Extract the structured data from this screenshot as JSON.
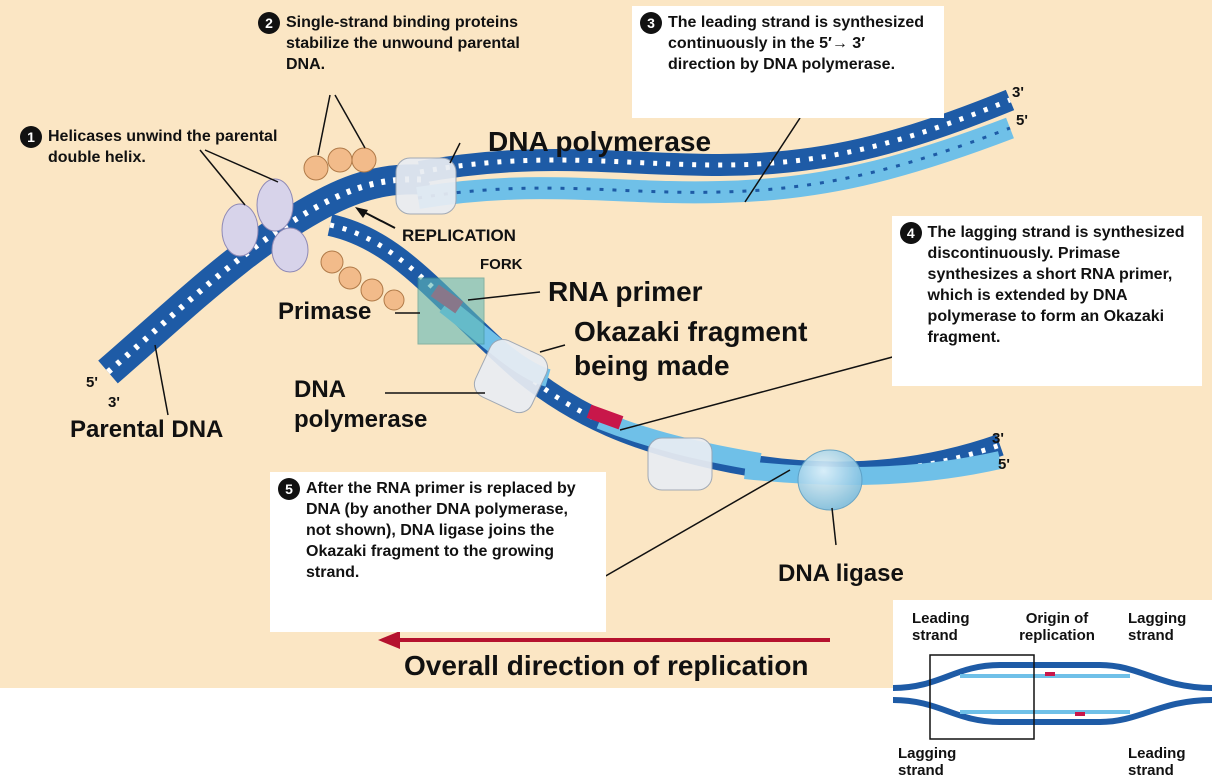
{
  "figure": {
    "steps": [
      {
        "num": "1",
        "text": "Helicases unwind the parental double helix."
      },
      {
        "num": "2",
        "text": "Single-strand binding proteins stabilize the unwound parental DNA."
      },
      {
        "num": "3",
        "text": "The leading strand is synthesized continuously in the 5′→ 3′ direction by DNA polymerase."
      },
      {
        "num": "4",
        "text": "The lagging strand is synthesized discontinuously. Primase synthesizes a short RNA primer, which is extended by DNA polymerase to form an Okazaki fragment."
      },
      {
        "num": "5",
        "text": "After the RNA primer is replaced by DNA (by another DNA polymerase, not shown), DNA ligase joins the Okazaki fragment to the growing strand."
      }
    ],
    "labels": {
      "dna_polymerase_top": "DNA polymerase",
      "replication": "REPLICATION",
      "fork": "FORK",
      "primase": "Primase",
      "rna_primer": "RNA primer",
      "okazaki_line1": "Okazaki fragment",
      "okazaki_line2": "being made",
      "dna_polymerase_lower_1": "DNA",
      "dna_polymerase_lower_2": "polymerase",
      "parental_dna": "Parental DNA",
      "dna_ligase": "DNA ligase",
      "direction": "Overall direction of replication"
    },
    "strand_ends": {
      "left_5": "5'",
      "left_3": "3'",
      "top_3": "3'",
      "top_5": "5'",
      "bottom_3": "3'",
      "bottom_5": "5'"
    },
    "inset": {
      "leading_top": "Leading strand",
      "origin": "Origin of replication",
      "lagging_top": "Lagging strand",
      "lagging_bottom": "Lagging strand",
      "leading_bottom": "Leading strand"
    },
    "colors": {
      "background": "#fbe6c4",
      "dark_strand": "#1e5ba6",
      "light_strand": "#6fc0e8",
      "rna_primer": "#c8174a",
      "direction_arrow": "#b5122e",
      "primase_box": "#5fb8b6"
    }
  }
}
